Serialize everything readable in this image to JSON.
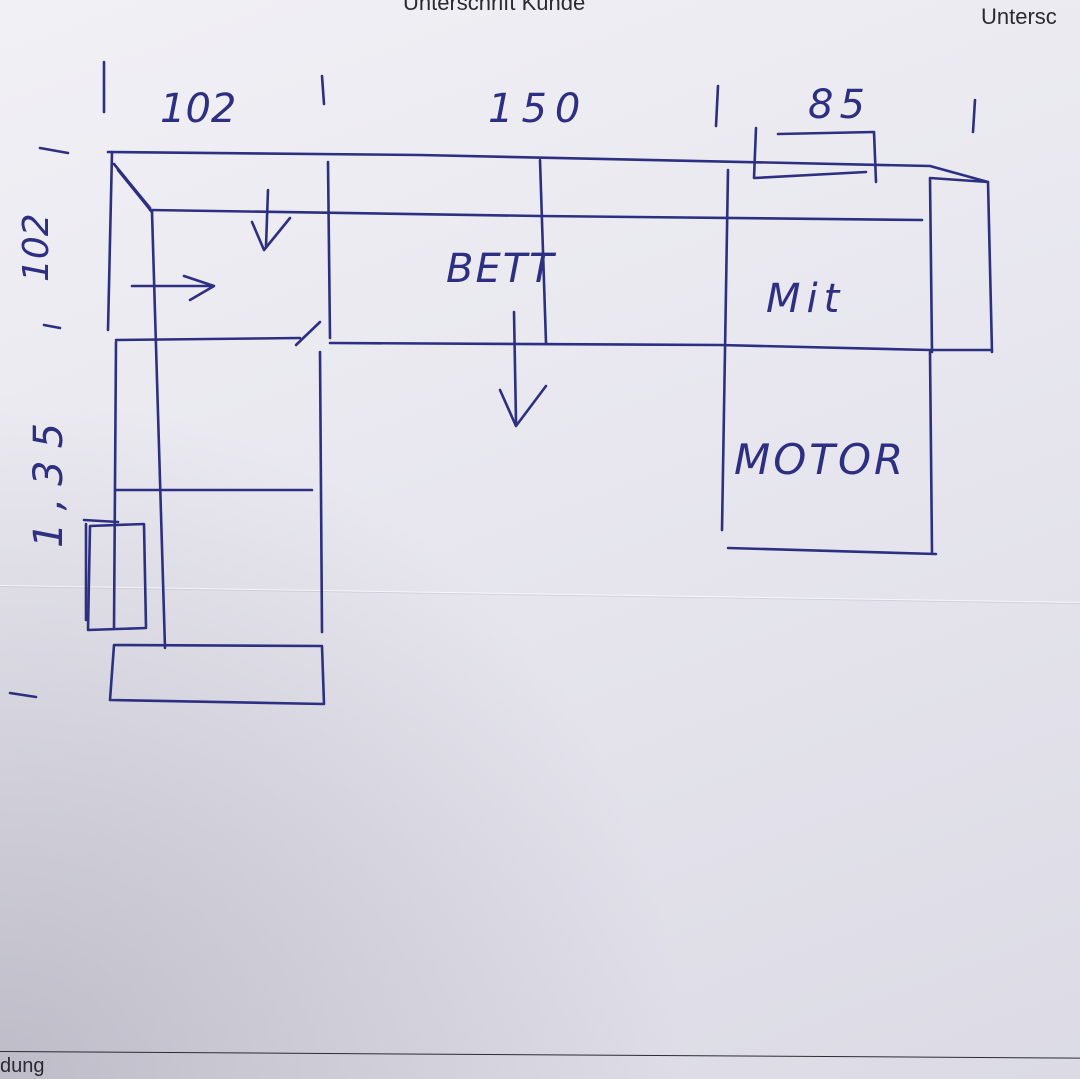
{
  "printed_form": {
    "top_label_left": "Unterschrift Kunde",
    "top_label_right": "Untersc",
    "bottom_label": "dung"
  },
  "sketch": {
    "dimensions_top": [
      "102",
      "150",
      "85"
    ],
    "dimension_left_top": "102",
    "dimension_left_side": "1,35",
    "labels": {
      "bed": "BETT",
      "with": "Mit",
      "motor": "MOTOR"
    }
  },
  "ink_color": "#2d2f82"
}
